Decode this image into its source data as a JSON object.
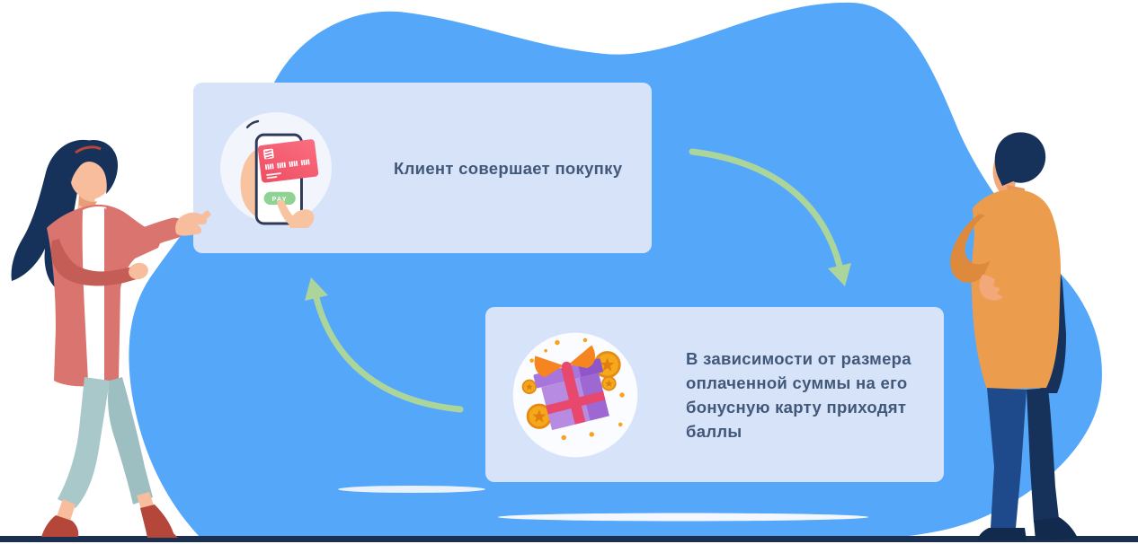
{
  "scene": {
    "type": "loyalty-program-flow-illustration",
    "background_blob_color": "#55A7FA",
    "card_background_color": "#D7E3F9",
    "text_color": "#415879",
    "arrow_color": "#ACD59B",
    "ground_line_color": "#1B2F51"
  },
  "steps": [
    {
      "id": 1,
      "label": "Клиент совершает покупку",
      "icon": "phone-payment-icon"
    },
    {
      "id": 2,
      "label": "В зависимости от размера оплаченной суммы на его бонусную карту приходят баллы",
      "icon": "gift-points-icon"
    }
  ],
  "phone_icon": {
    "pay_button_label": "PAY"
  }
}
